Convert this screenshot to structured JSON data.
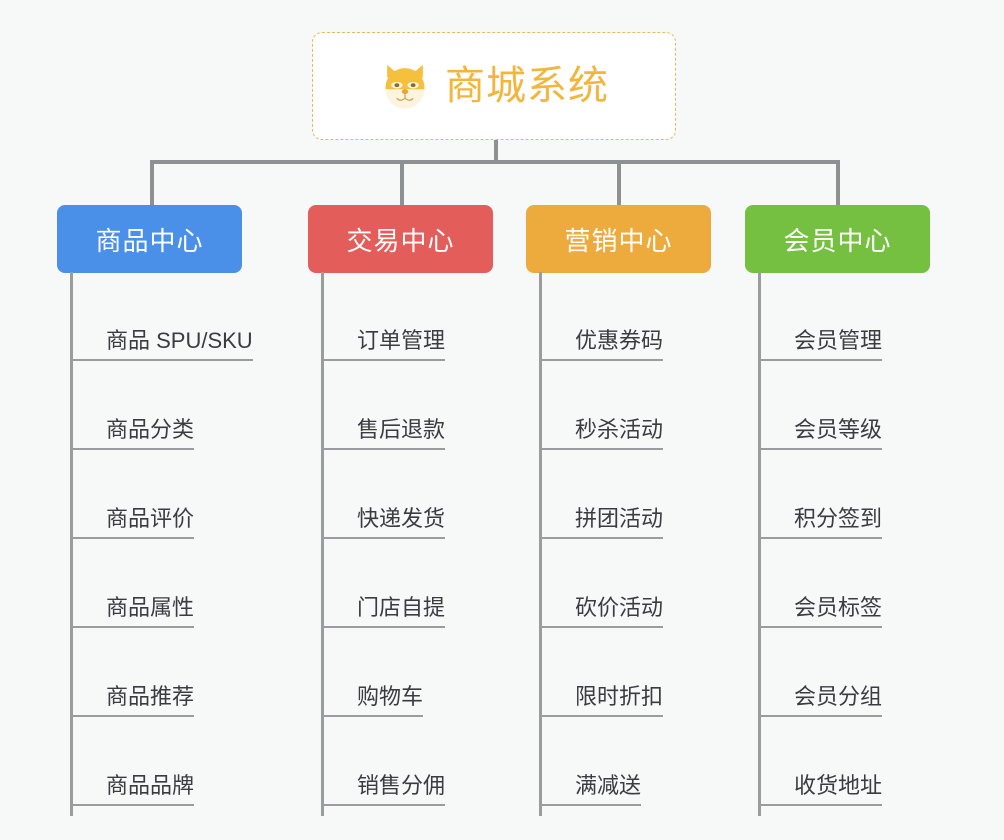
{
  "root": {
    "title": "商城系统",
    "icon": "shiba-dog-icon",
    "border_color": "#e8b861",
    "text_color": "#f2b63c",
    "background": "#ffffff"
  },
  "canvas": {
    "background": "#f7f8f8",
    "connector_color": "#8e9192"
  },
  "columns": [
    {
      "title": "商品中心",
      "color": "#4a90e8",
      "items": [
        "商品 SPU/SKU",
        "商品分类",
        "商品评价",
        "商品属性",
        "商品推荐",
        "商品品牌"
      ]
    },
    {
      "title": "交易中心",
      "color": "#e35d5b",
      "items": [
        "订单管理",
        "售后退款",
        "快递发货",
        "门店自提",
        "购物车",
        "销售分佣"
      ]
    },
    {
      "title": "营销中心",
      "color": "#eeab3d",
      "items": [
        "优惠券码",
        "秒杀活动",
        "拼团活动",
        "砍价活动",
        "限时折扣",
        "满减送"
      ]
    },
    {
      "title": "会员中心",
      "color": "#76c041",
      "items": [
        "会员管理",
        "会员等级",
        "积分签到",
        "会员标签",
        "会员分组",
        "收货地址"
      ]
    }
  ]
}
